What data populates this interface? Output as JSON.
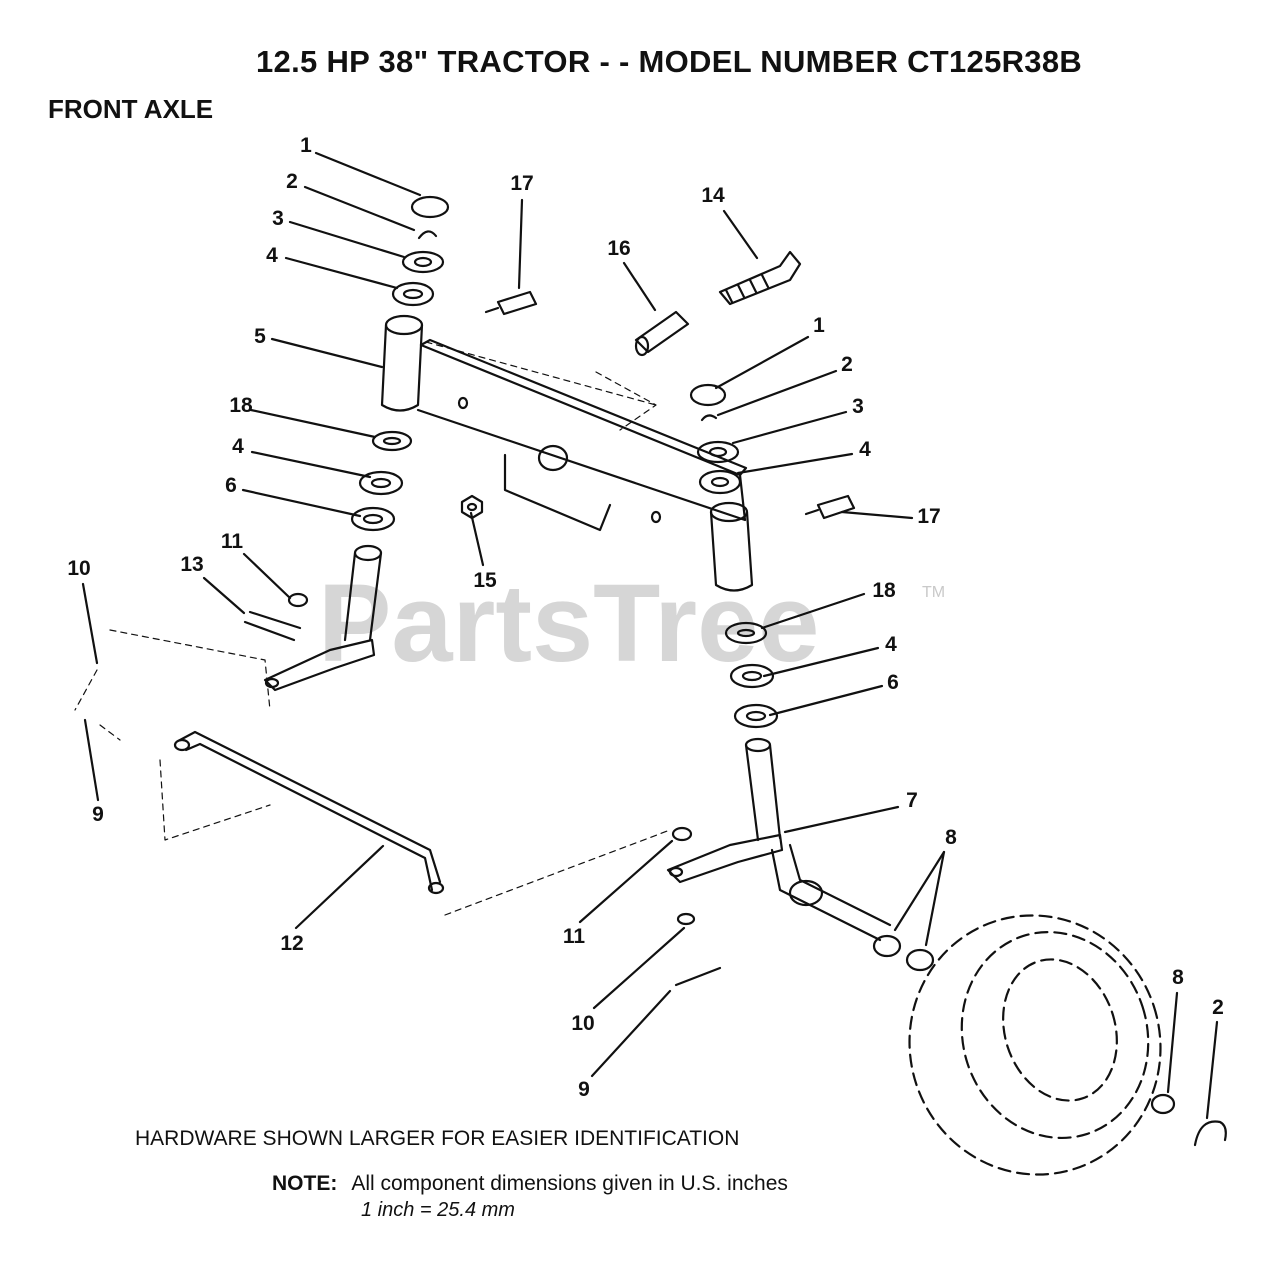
{
  "header": {
    "title": "12.5 HP 38\" TRACTOR - - MODEL NUMBER CT125R38B",
    "section": "FRONT AXLE"
  },
  "watermark": {
    "brand": "PartsTree",
    "tm": "TM"
  },
  "callouts": [
    "1",
    "2",
    "3",
    "4",
    "17",
    "14",
    "16",
    "5",
    "1",
    "2",
    "3",
    "4",
    "18",
    "4",
    "6",
    "17",
    "15",
    "10",
    "13",
    "11",
    "18",
    "4",
    "6",
    "9",
    "7",
    "8",
    "12",
    "11",
    "10",
    "8",
    "2",
    "9"
  ],
  "footer": {
    "hardware_note": "HARDWARE SHOWN LARGER FOR EASIER IDENTIFICATION",
    "note_label": "NOTE:",
    "note_text": "All component dimensions given in U.S. inches",
    "conversion": "1 inch = 25.4 mm"
  }
}
